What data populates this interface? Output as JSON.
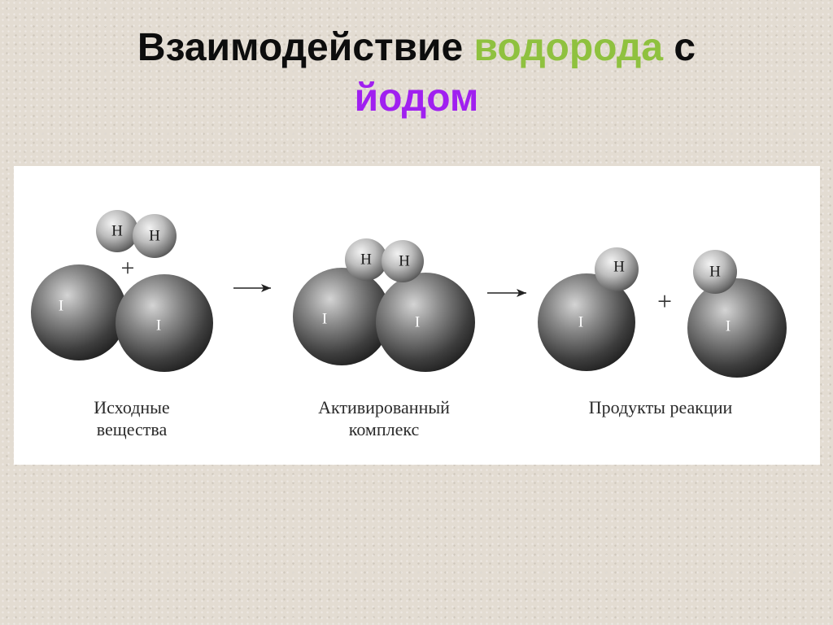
{
  "title": {
    "part1": "Взаимодействие ",
    "part2": "водорода",
    "part3": " с",
    "line2": "йодом"
  },
  "colors": {
    "hydrogen_word": "#8fc13f",
    "iodine_word": "#a020f0",
    "title_text": "#0d0d0d"
  },
  "symbols": {
    "hydrogen": "H",
    "iodine": "I",
    "plus": "+"
  },
  "stages": [
    {
      "line1": "Исходные",
      "line2": "вещества"
    },
    {
      "line1": "Активированный",
      "line2": "комплекс"
    },
    {
      "line1": "Продукты реакции",
      "line2": ""
    }
  ]
}
